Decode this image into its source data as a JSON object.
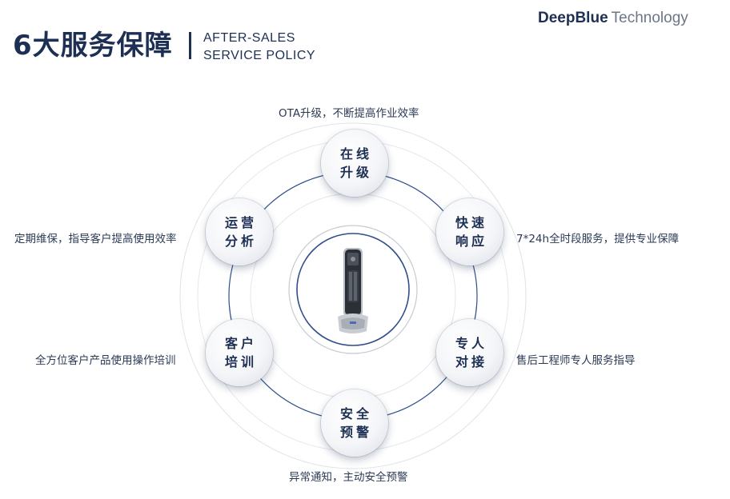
{
  "header": {
    "title": "6大服务保障",
    "subtitle_line1": "AFTER-SALES",
    "subtitle_line2": "SERVICE POLICY"
  },
  "brand": {
    "bold": "DeepBlue",
    "light": "Technology"
  },
  "services": [
    {
      "line1": "在线",
      "line2": "升级",
      "description": "OTA升级，不断提高作业效率"
    },
    {
      "line1": "快速",
      "line2": "响应",
      "description": "7*24h全时段服务，提供专业保障"
    },
    {
      "line1": "专人",
      "line2": "对接",
      "description": "售后工程师专人服务指导"
    },
    {
      "line1": "安全",
      "line2": "预警",
      "description": "异常通知，主动安全预警"
    },
    {
      "line1": "客户",
      "line2": "培训",
      "description": "全方位客户产品使用操作培训"
    },
    {
      "line1": "运营",
      "line2": "分析",
      "description": "定期维保，指导客户提高使用效率"
    }
  ],
  "colors": {
    "navy": "#1d2f53",
    "ring_blue": "#2f4e8c",
    "ring_gray": "#cfd3da"
  }
}
